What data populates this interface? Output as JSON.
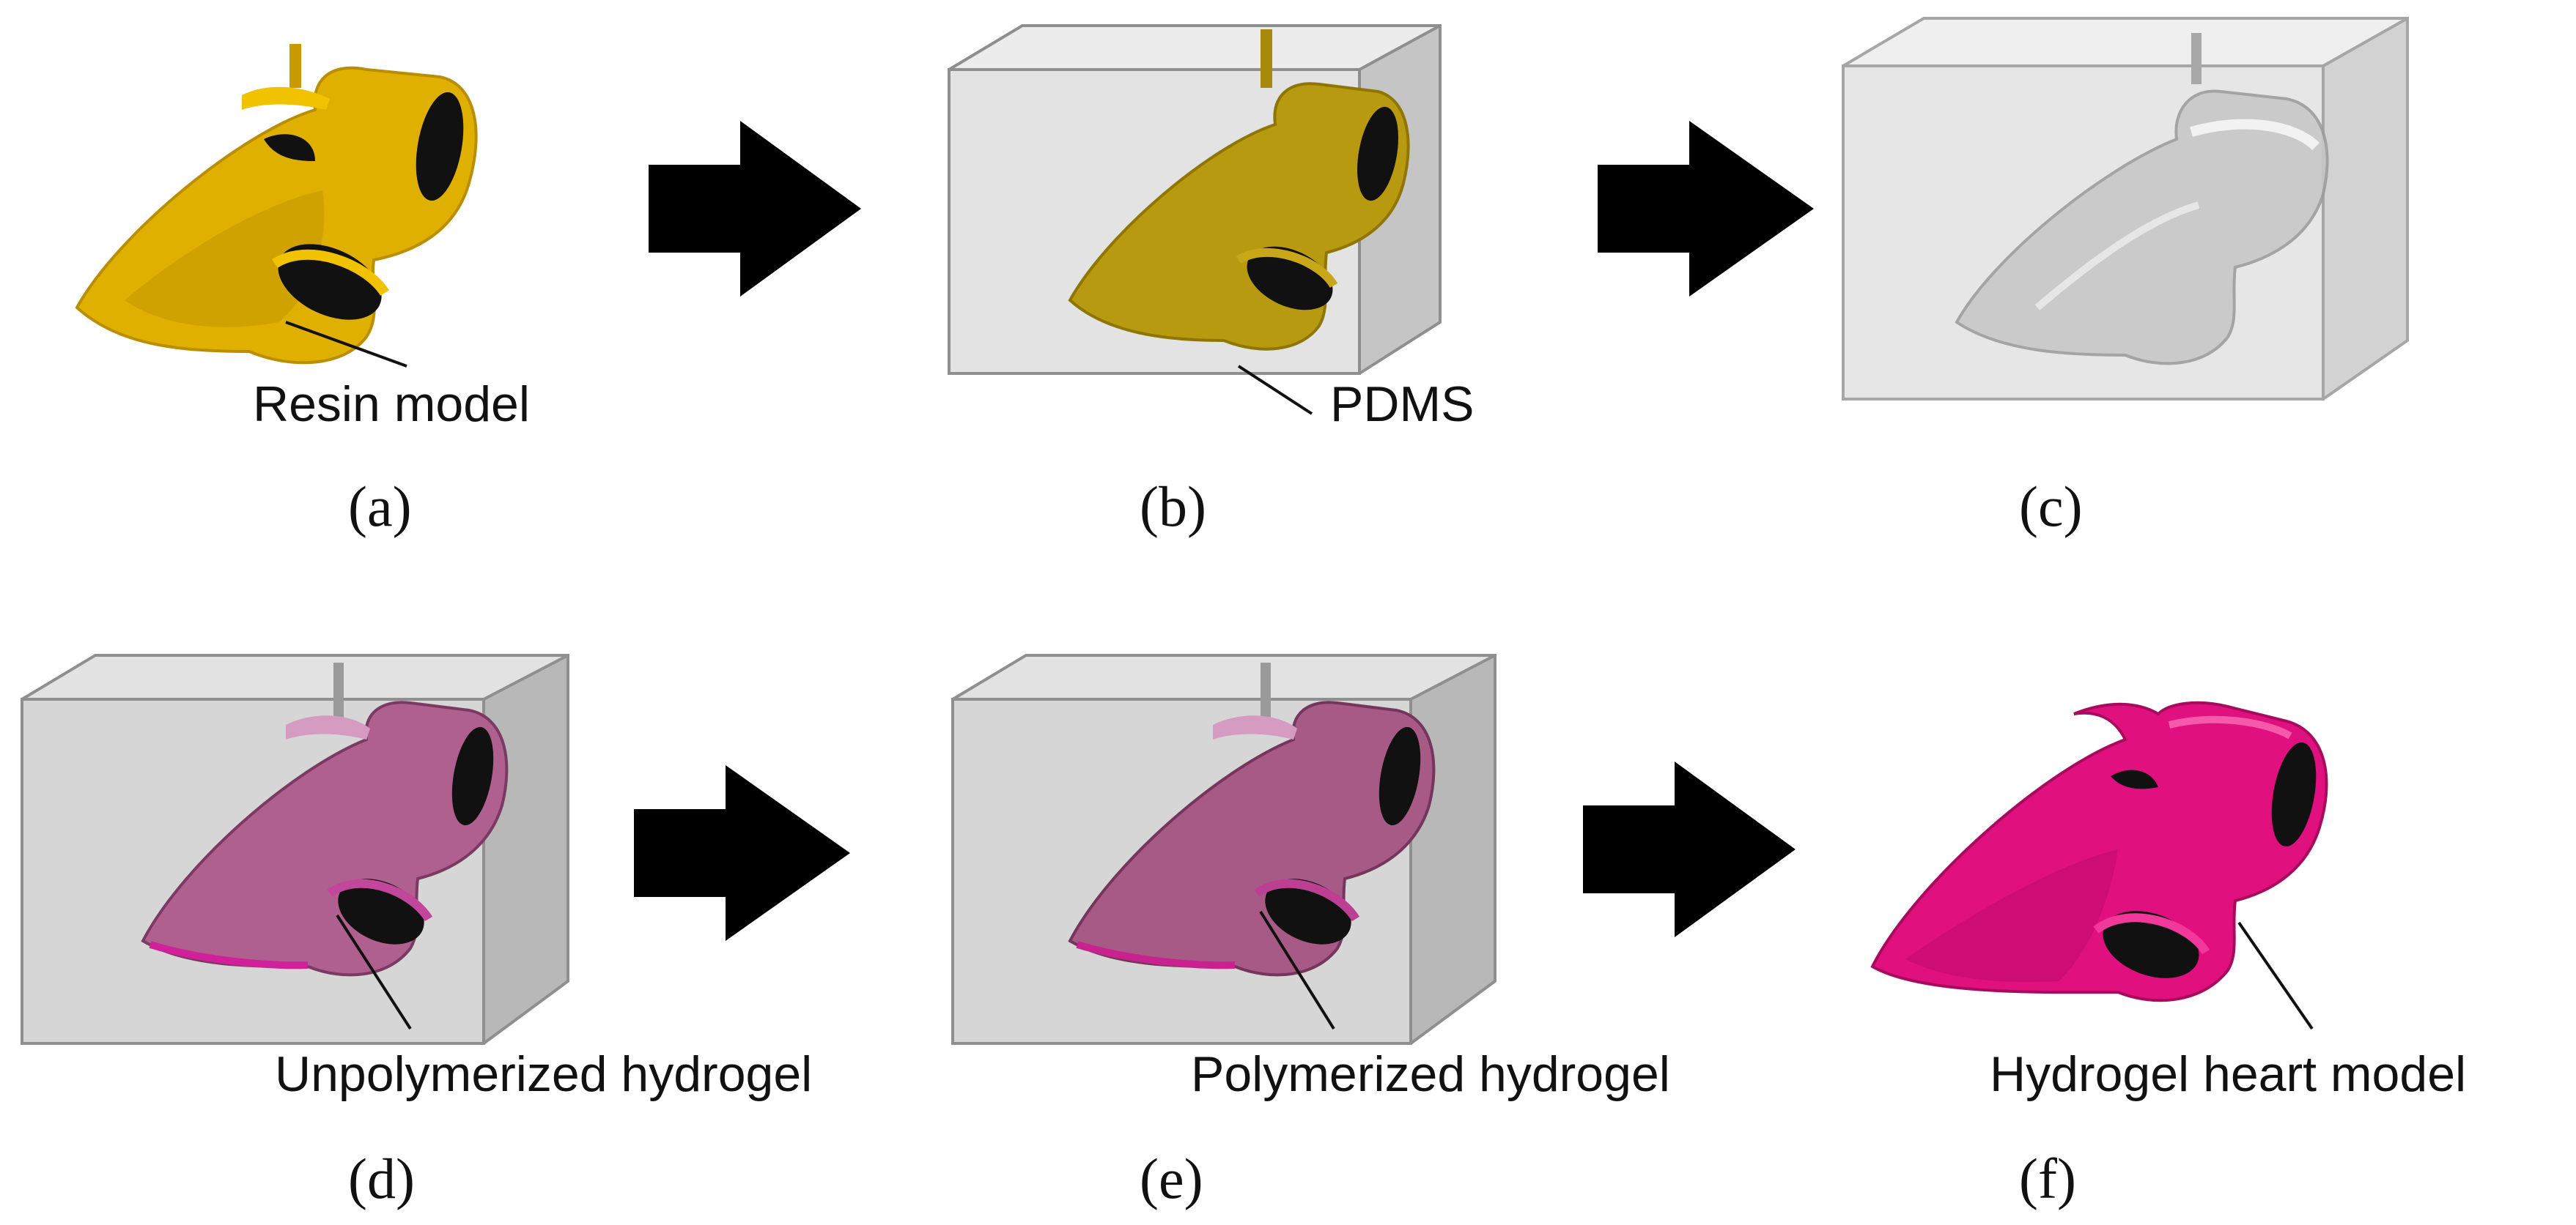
{
  "figure": {
    "steps": [
      {
        "id": "a",
        "label": "(a)",
        "callout": "Resin model",
        "model_color": "#e0b000",
        "stage": "resin"
      },
      {
        "id": "b",
        "label": "(b)",
        "callout": "PDMS",
        "model_color": "#b89a10",
        "stage": "resin-in-pdms"
      },
      {
        "id": "c",
        "label": "(c)",
        "callout": "",
        "model_color": "#c8c8c8",
        "stage": "mold-cavity"
      },
      {
        "id": "d",
        "label": "(d)",
        "callout": "Unpolymerized hydrogel",
        "model_color": "#b0608e",
        "stage": "unpolymerized"
      },
      {
        "id": "e",
        "label": "(e)",
        "callout": "Polymerized hydrogel",
        "model_color": "#a85a86",
        "stage": "polymerized"
      },
      {
        "id": "f",
        "label": "(f)",
        "callout": "Hydrogel heart model",
        "model_color": "#e0117f",
        "stage": "final"
      }
    ],
    "arrows": [
      {
        "from": "a",
        "to": "b"
      },
      {
        "from": "b",
        "to": "c"
      },
      {
        "from": "d",
        "to": "e"
      },
      {
        "from": "e",
        "to": "f"
      }
    ],
    "colors": {
      "resin": "#e0b000",
      "pdms_box": "#9a9a9a",
      "hydrogel": "#e0117f",
      "arrow": "#000000"
    }
  }
}
